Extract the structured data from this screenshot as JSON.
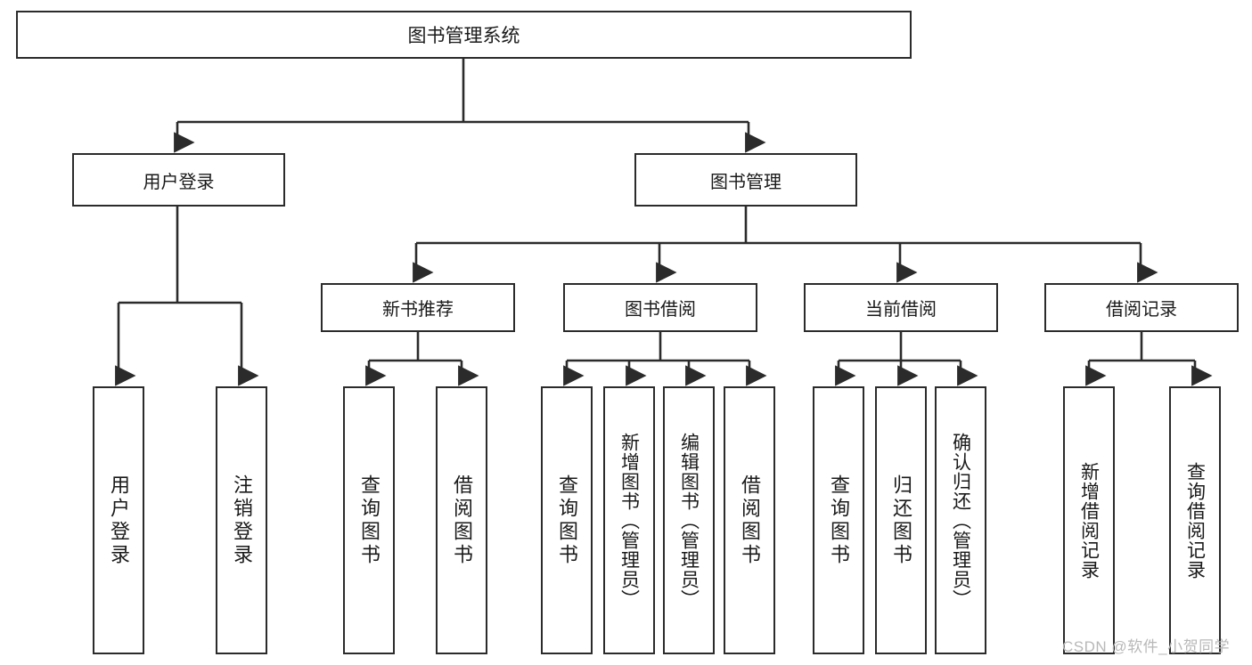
{
  "diagram": {
    "type": "tree-hierarchy",
    "title": "图书管理系统",
    "root": {
      "label": "图书管理系统"
    },
    "level2": [
      {
        "id": "user-login",
        "label": "用户登录"
      },
      {
        "id": "book-management",
        "label": "图书管理"
      }
    ],
    "level3": [
      {
        "id": "new-book-recommend",
        "label": "新书推荐",
        "parent": "book-management"
      },
      {
        "id": "book-borrow",
        "label": "图书借阅",
        "parent": "book-management"
      },
      {
        "id": "current-borrow",
        "label": "当前借阅",
        "parent": "book-management"
      },
      {
        "id": "borrow-record",
        "label": "借阅记录",
        "parent": "book-management"
      }
    ],
    "leaves": [
      {
        "id": "leaf-user-login",
        "label": "用户登录",
        "parent": "user-login"
      },
      {
        "id": "leaf-logout-login",
        "label": "注销登录",
        "parent": "user-login"
      },
      {
        "id": "leaf-query-book-1",
        "label": "查询图书",
        "parent": "new-book-recommend"
      },
      {
        "id": "leaf-borrow-book-1",
        "label": "借阅图书",
        "parent": "new-book-recommend"
      },
      {
        "id": "leaf-query-book-2",
        "label": "查询图书",
        "parent": "book-borrow"
      },
      {
        "id": "leaf-add-book",
        "label": "新增图书（管理员）",
        "parent": "book-borrow"
      },
      {
        "id": "leaf-edit-book",
        "label": "编辑图书（管理员）",
        "parent": "book-borrow"
      },
      {
        "id": "leaf-borrow-book-2",
        "label": "借阅图书",
        "parent": "book-borrow"
      },
      {
        "id": "leaf-query-book-3",
        "label": "查询图书",
        "parent": "current-borrow"
      },
      {
        "id": "leaf-return-book",
        "label": "归还图书",
        "parent": "current-borrow"
      },
      {
        "id": "leaf-confirm-return",
        "label": "确认归还（管理员）",
        "parent": "current-borrow"
      },
      {
        "id": "leaf-add-record",
        "label": "新增借阅记录",
        "parent": "borrow-record"
      },
      {
        "id": "leaf-query-record",
        "label": "查询借阅记录",
        "parent": "borrow-record"
      }
    ]
  },
  "watermark": {
    "text": "CSDN @软件_小贺同学"
  },
  "colors": {
    "stroke": "#2b2b2b",
    "background": "#ffffff",
    "text": "#1a1a1a",
    "watermark": "#b8b8b8"
  }
}
